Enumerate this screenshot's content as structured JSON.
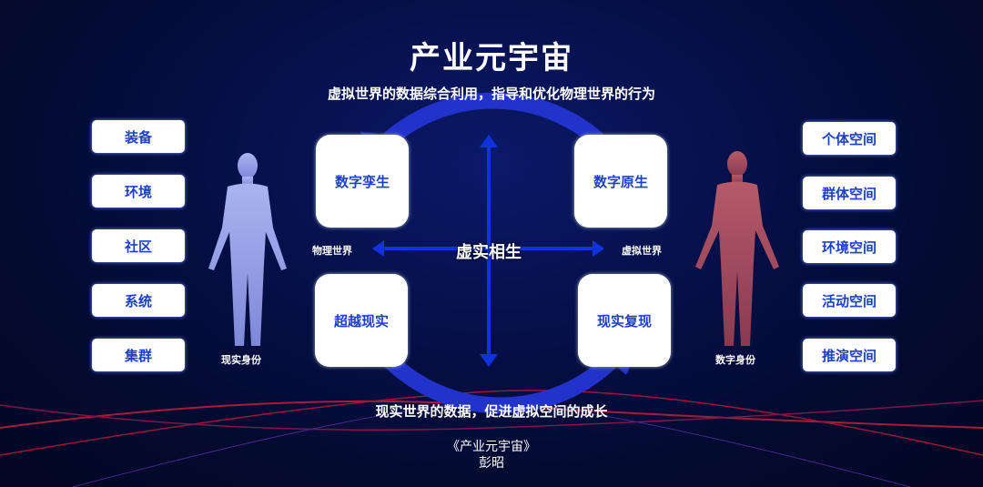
{
  "title": "产业元宇宙",
  "subtitle": "虚拟世界的数据综合利用，指导和优化物理世界的行为",
  "bottom_text": "现实世界的数据，促进虚拟空间的成长",
  "source": {
    "book": "《产业元宇宙》",
    "author": "彭昭"
  },
  "left_items": [
    "装备",
    "环境",
    "社区",
    "系统",
    "集群"
  ],
  "right_items": [
    "个体空间",
    "群体空间",
    "环境空间",
    "活动空间",
    "推演空间"
  ],
  "quadrants": {
    "top_left": "数字孪生",
    "top_right": "数字原生",
    "bottom_left": "超越现实",
    "bottom_right": "现实复现"
  },
  "center_label": "虚实相生",
  "axis_left": "物理世界",
  "axis_right": "虚拟世界",
  "left_figure_label": "现实身份",
  "right_figure_label": "数字身份",
  "colors": {
    "accent": "#1d3fd0",
    "arrow": "#2233cc",
    "background": "#030a30",
    "glow_red": "#d0203a"
  }
}
